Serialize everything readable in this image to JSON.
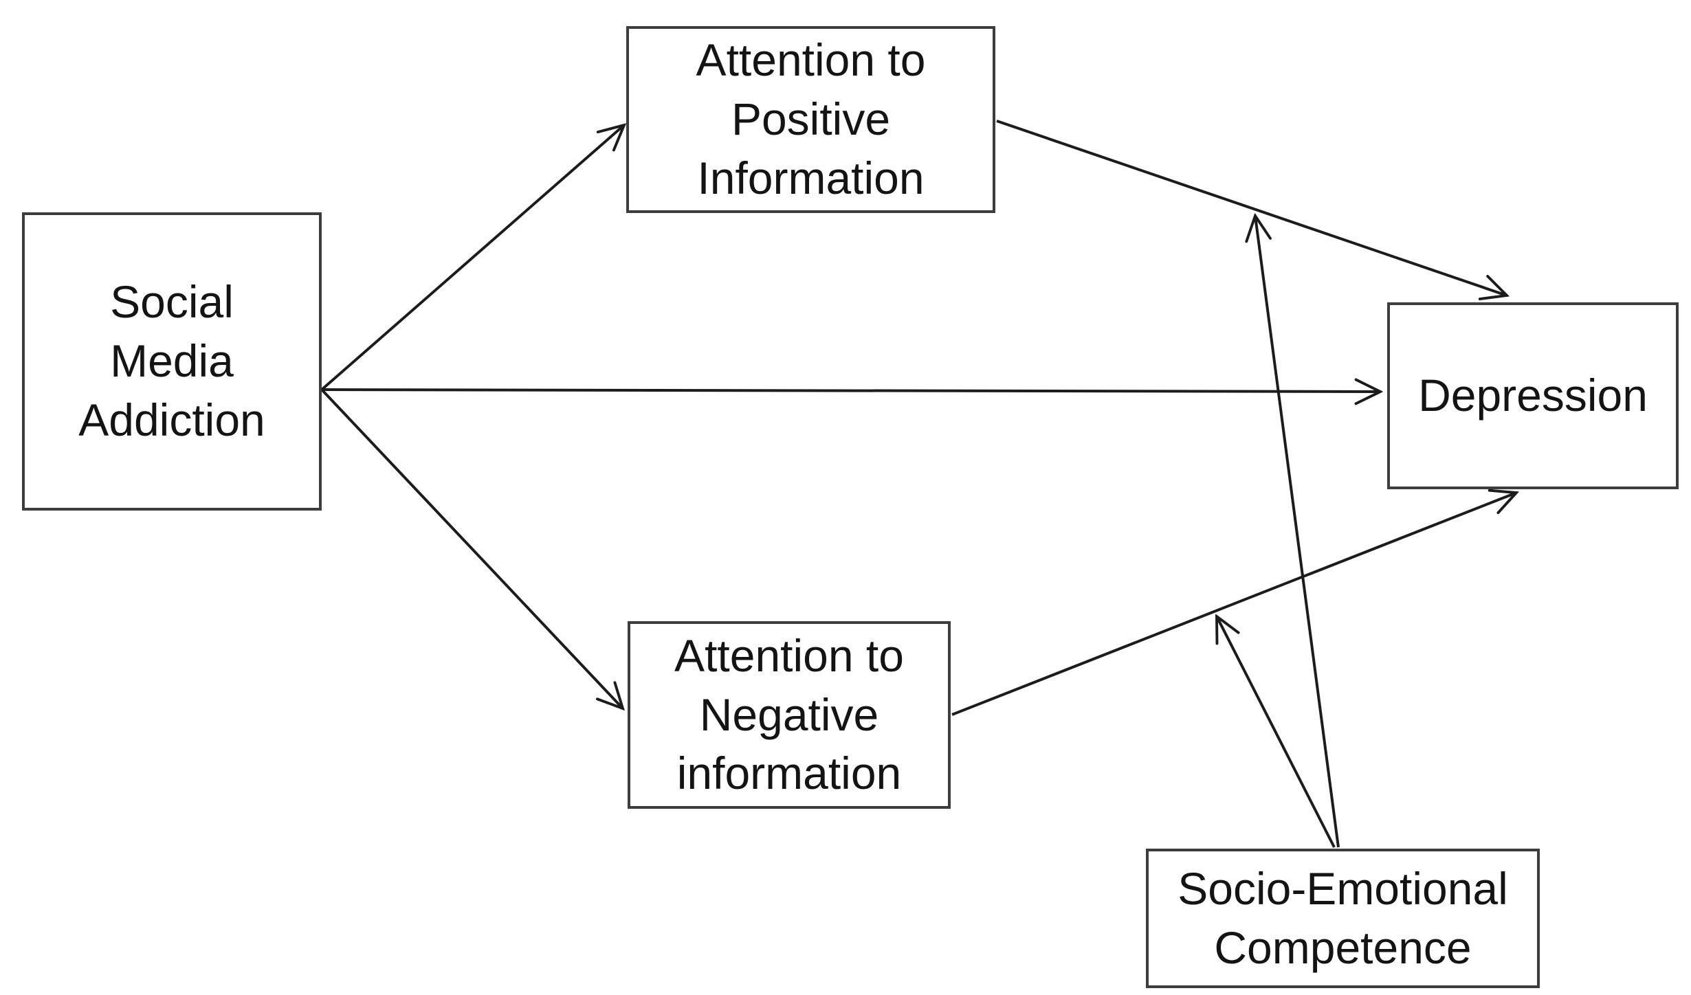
{
  "diagram": {
    "type": "path-model",
    "nodes": {
      "social_media_addiction": {
        "label": "Social\nMedia\nAddiction",
        "role": "predictor"
      },
      "attention_positive": {
        "label": "Attention to\nPositive\nInformation",
        "role": "mediator"
      },
      "attention_negative": {
        "label": "Attention to\nNegative\ninformation",
        "role": "mediator"
      },
      "depression": {
        "label": "Depression",
        "role": "outcome"
      },
      "socio_emotional_competence": {
        "label": "Socio-Emotional\nCompetence",
        "role": "moderator"
      }
    },
    "edges": [
      {
        "from": "social_media_addiction",
        "to": "attention_positive",
        "type": "direct"
      },
      {
        "from": "social_media_addiction",
        "to": "depression",
        "type": "direct"
      },
      {
        "from": "social_media_addiction",
        "to": "attention_negative",
        "type": "direct"
      },
      {
        "from": "attention_positive",
        "to": "depression",
        "type": "direct"
      },
      {
        "from": "attention_negative",
        "to": "depression",
        "type": "direct"
      },
      {
        "from": "socio_emotional_competence",
        "to": "attention_positive->depression path",
        "type": "moderation"
      },
      {
        "from": "socio_emotional_competence",
        "to": "attention_negative->depression path",
        "type": "moderation"
      }
    ],
    "colors": {
      "background": "#ffffff",
      "box_border": "#3d3d3d",
      "box_fill": "#ffffff",
      "arrow": "#1c1c1c",
      "text": "#141414"
    }
  }
}
